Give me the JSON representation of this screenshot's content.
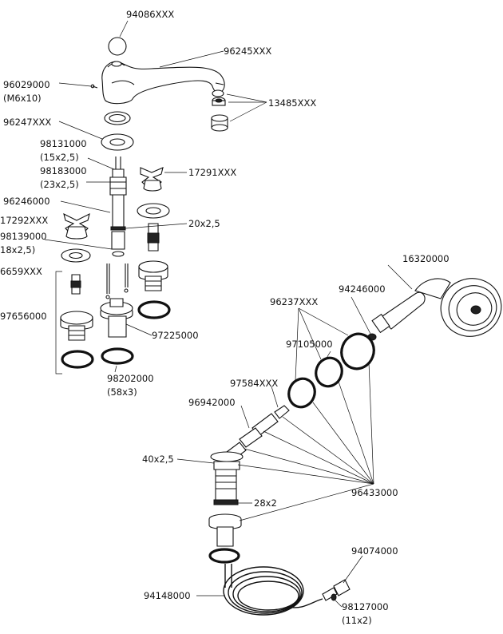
{
  "labels": {
    "p94086": "94086XXX",
    "p96245": "96245XXX",
    "p96029": "96029000",
    "p96029_size": "(M6x10)",
    "p13485": "13485XXX",
    "p96247": "96247XXX",
    "p98131": "98131000",
    "p98131_size": "(15x2,5)",
    "p98183": "98183000",
    "p98183_size": "(23x2,5)",
    "p17291": "17291XXX",
    "p96246": "96246000",
    "p17292": "17292XXX",
    "p20x25": "20x2,5",
    "p98139": "98139000",
    "p98139_size": "18x2,5)",
    "p96659": "6659XXX",
    "p16320": "16320000",
    "p94246": "94246000",
    "p96237": "96237XXX",
    "p97656": "97656000",
    "p97225": "97225000",
    "p97105": "97105000",
    "p98202": "98202000",
    "p98202_size": "(58x3)",
    "p97584": "97584XXX",
    "p96942": "96942000",
    "p40x25": "40x2,5",
    "p96433": "96433000",
    "p28x2": "28x2",
    "p94074": "94074000",
    "p94148": "94148000",
    "p98127": "98127000",
    "p98127_size": "(11x2)"
  }
}
